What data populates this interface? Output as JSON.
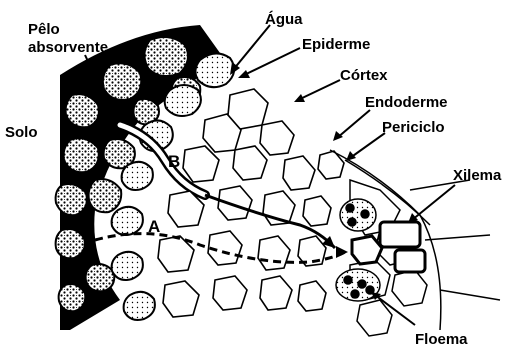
{
  "labels": {
    "pelo_line1": "Pêlo",
    "pelo_line2": "absorvente",
    "agua": "Água",
    "epiderme": "Epiderme",
    "cortex": "Córtex",
    "endoderme": "Endoderme",
    "periciclo": "Periciclo",
    "solo": "Solo",
    "xilema": "Xilema",
    "floema": "Floema",
    "path_a": "A",
    "path_b": "B"
  }
}
